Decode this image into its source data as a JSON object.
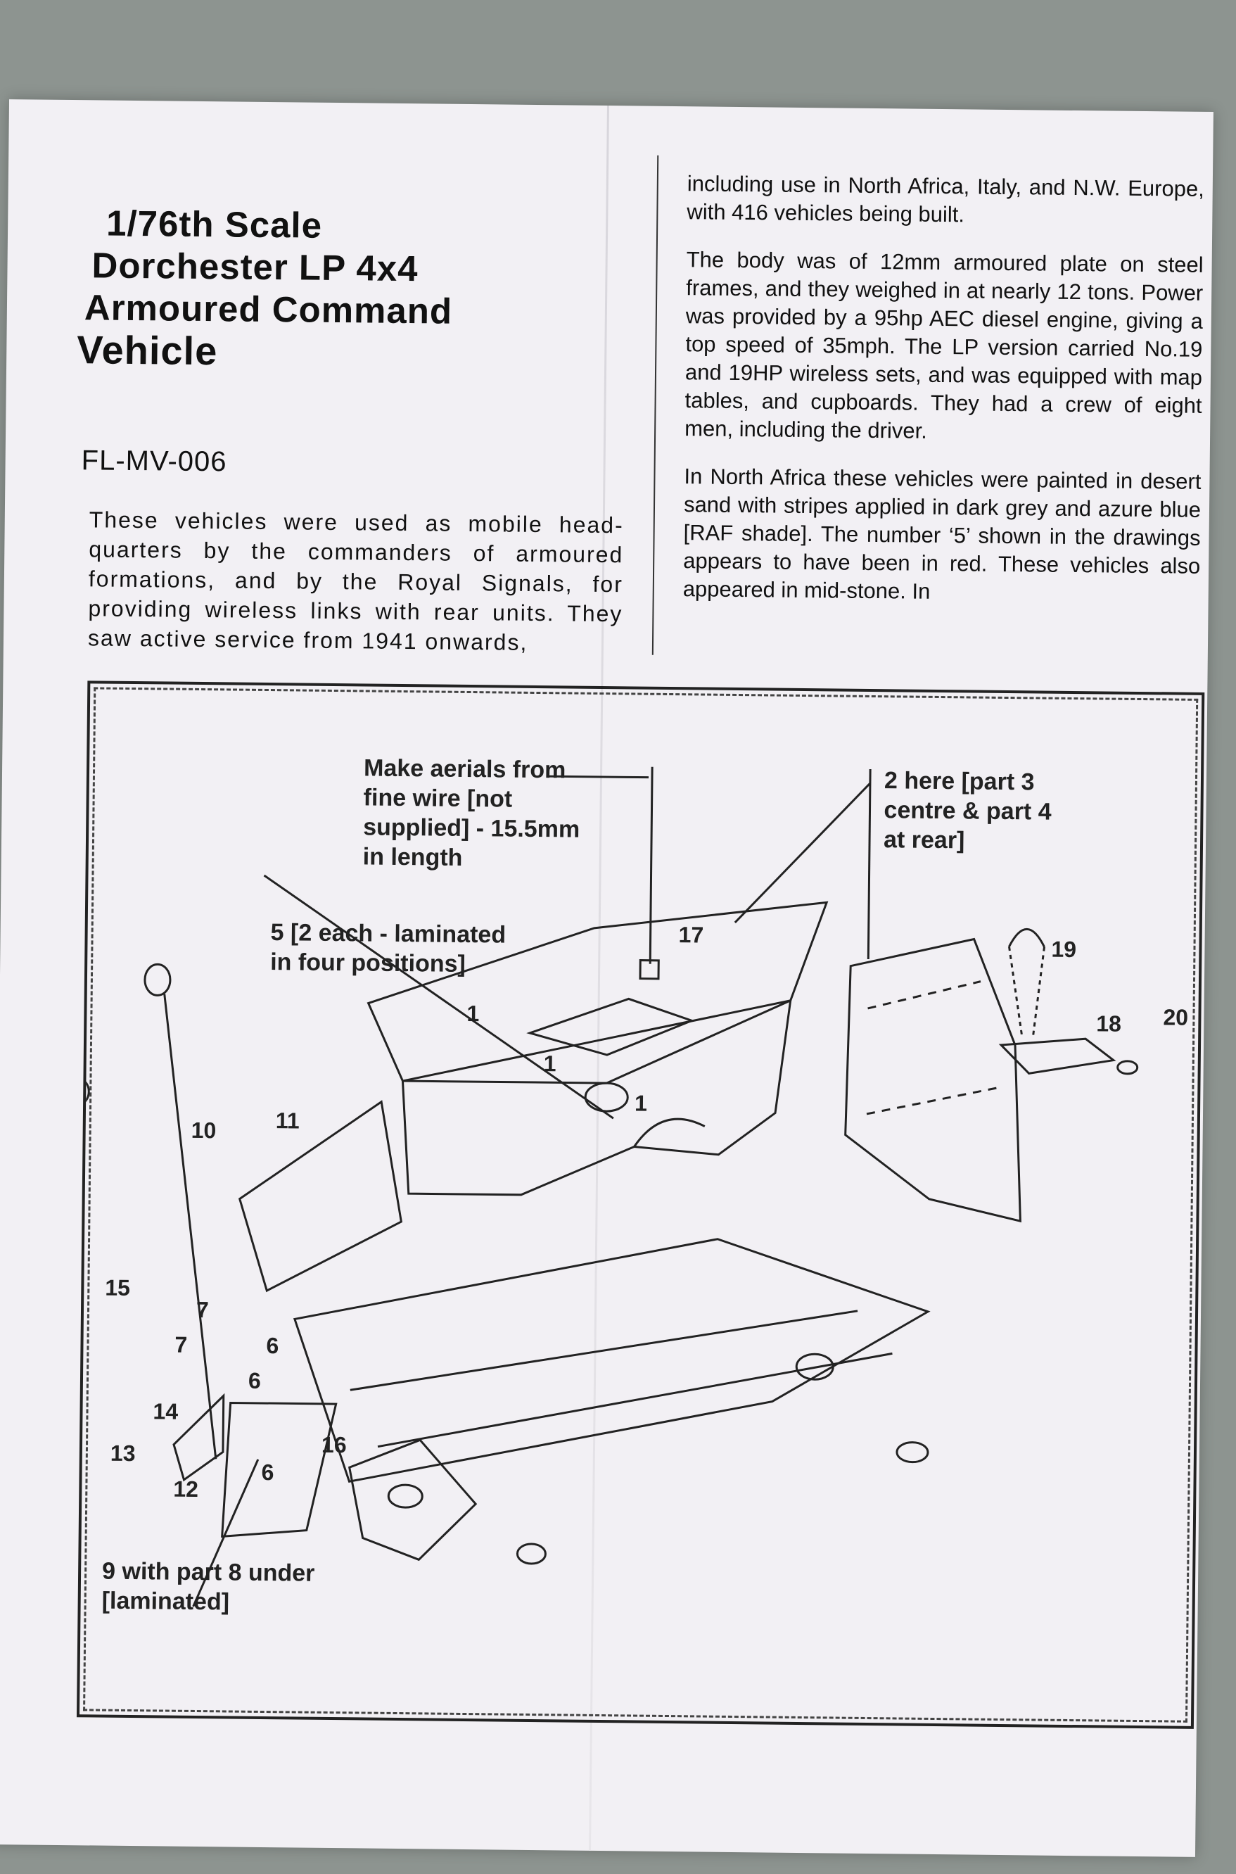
{
  "header": {
    "title_lines": [
      "1/76th Scale",
      "Dorchester LP 4x4",
      "Armoured Command",
      "Vehicle"
    ],
    "code": "FL-MV-006"
  },
  "intro_text": "These vehicles were used as mobile head-quarters by the commanders of armoured formations, and by the Royal Signals, for providing wireless links with rear units. They saw active service from 1941 onwards,",
  "right_column": {
    "p1": "including use in North Africa, Italy, and N.W. Europe, with 416 vehicles being built.",
    "p2": "The body was of 12mm armoured plate on steel frames, and they weighed in at nearly 12 tons. Power was provided by a 95hp AEC diesel engine, giving a top speed of 35mph. The LP version carried No.19 and 19HP wireless sets, and was equipped with map tables, and cupboards. They had a crew of eight men, including the driver.",
    "p3": "In North Africa these vehicles were painted in desert sand with stripes applied in dark grey and azure blue [RAF shade]. The number ‘5’ shown in the drawings appears to have been in red. These vehicles also appeared in mid-stone. In"
  },
  "diagram": {
    "note_aerials": [
      "Make aerials from",
      "fine wire [not",
      "supplied] - 15.5mm",
      "in length"
    ],
    "note_two_here": [
      "2 here [part 3",
      "centre & part 4",
      "at rear]"
    ],
    "note_part5": [
      "5 [2 each - laminated",
      "in four positions]"
    ],
    "note_part9": [
      "9 with part 8 under",
      "[laminated]"
    ],
    "part_numbers": {
      "p1a": "1",
      "p1b": "1",
      "p1c": "1",
      "p6a": "6",
      "p6b": "6",
      "p6c": "6",
      "p7a": "7",
      "p7b": "7",
      "p10": "10",
      "p11": "11",
      "p12": "12",
      "p13": "13",
      "p14": "14",
      "p15": "15",
      "p16": "16",
      "p17": "17",
      "p18": "18",
      "p19": "19",
      "p20": "20"
    }
  }
}
